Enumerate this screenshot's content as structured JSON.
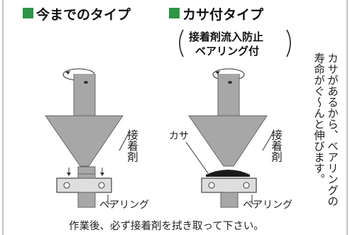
{
  "left_panel": {
    "title": "今までのタイプ",
    "adhesive_label": "接着剤",
    "bearing_label": "ベアリング"
  },
  "right_panel": {
    "title": "カサ付タイプ",
    "subtitle_line1": "接着剤流入防止",
    "subtitle_line2": "ベアリング付",
    "cap_label": "カサ",
    "adhesive_label": "接着剤",
    "bearing_label": "ベアリング"
  },
  "side_note": {
    "line1": "カサがあるから、ベアリングの",
    "line2": "寿命がぐ～んと伸びます。"
  },
  "footer_note": "作業後、必ず接着剤を拭き取って下さい。",
  "colors": {
    "title_square": "#2e9447",
    "tool_gray": "#a7a7a7",
    "cap_black": "#1c1c1c",
    "bearing_fill": "#dedede"
  }
}
